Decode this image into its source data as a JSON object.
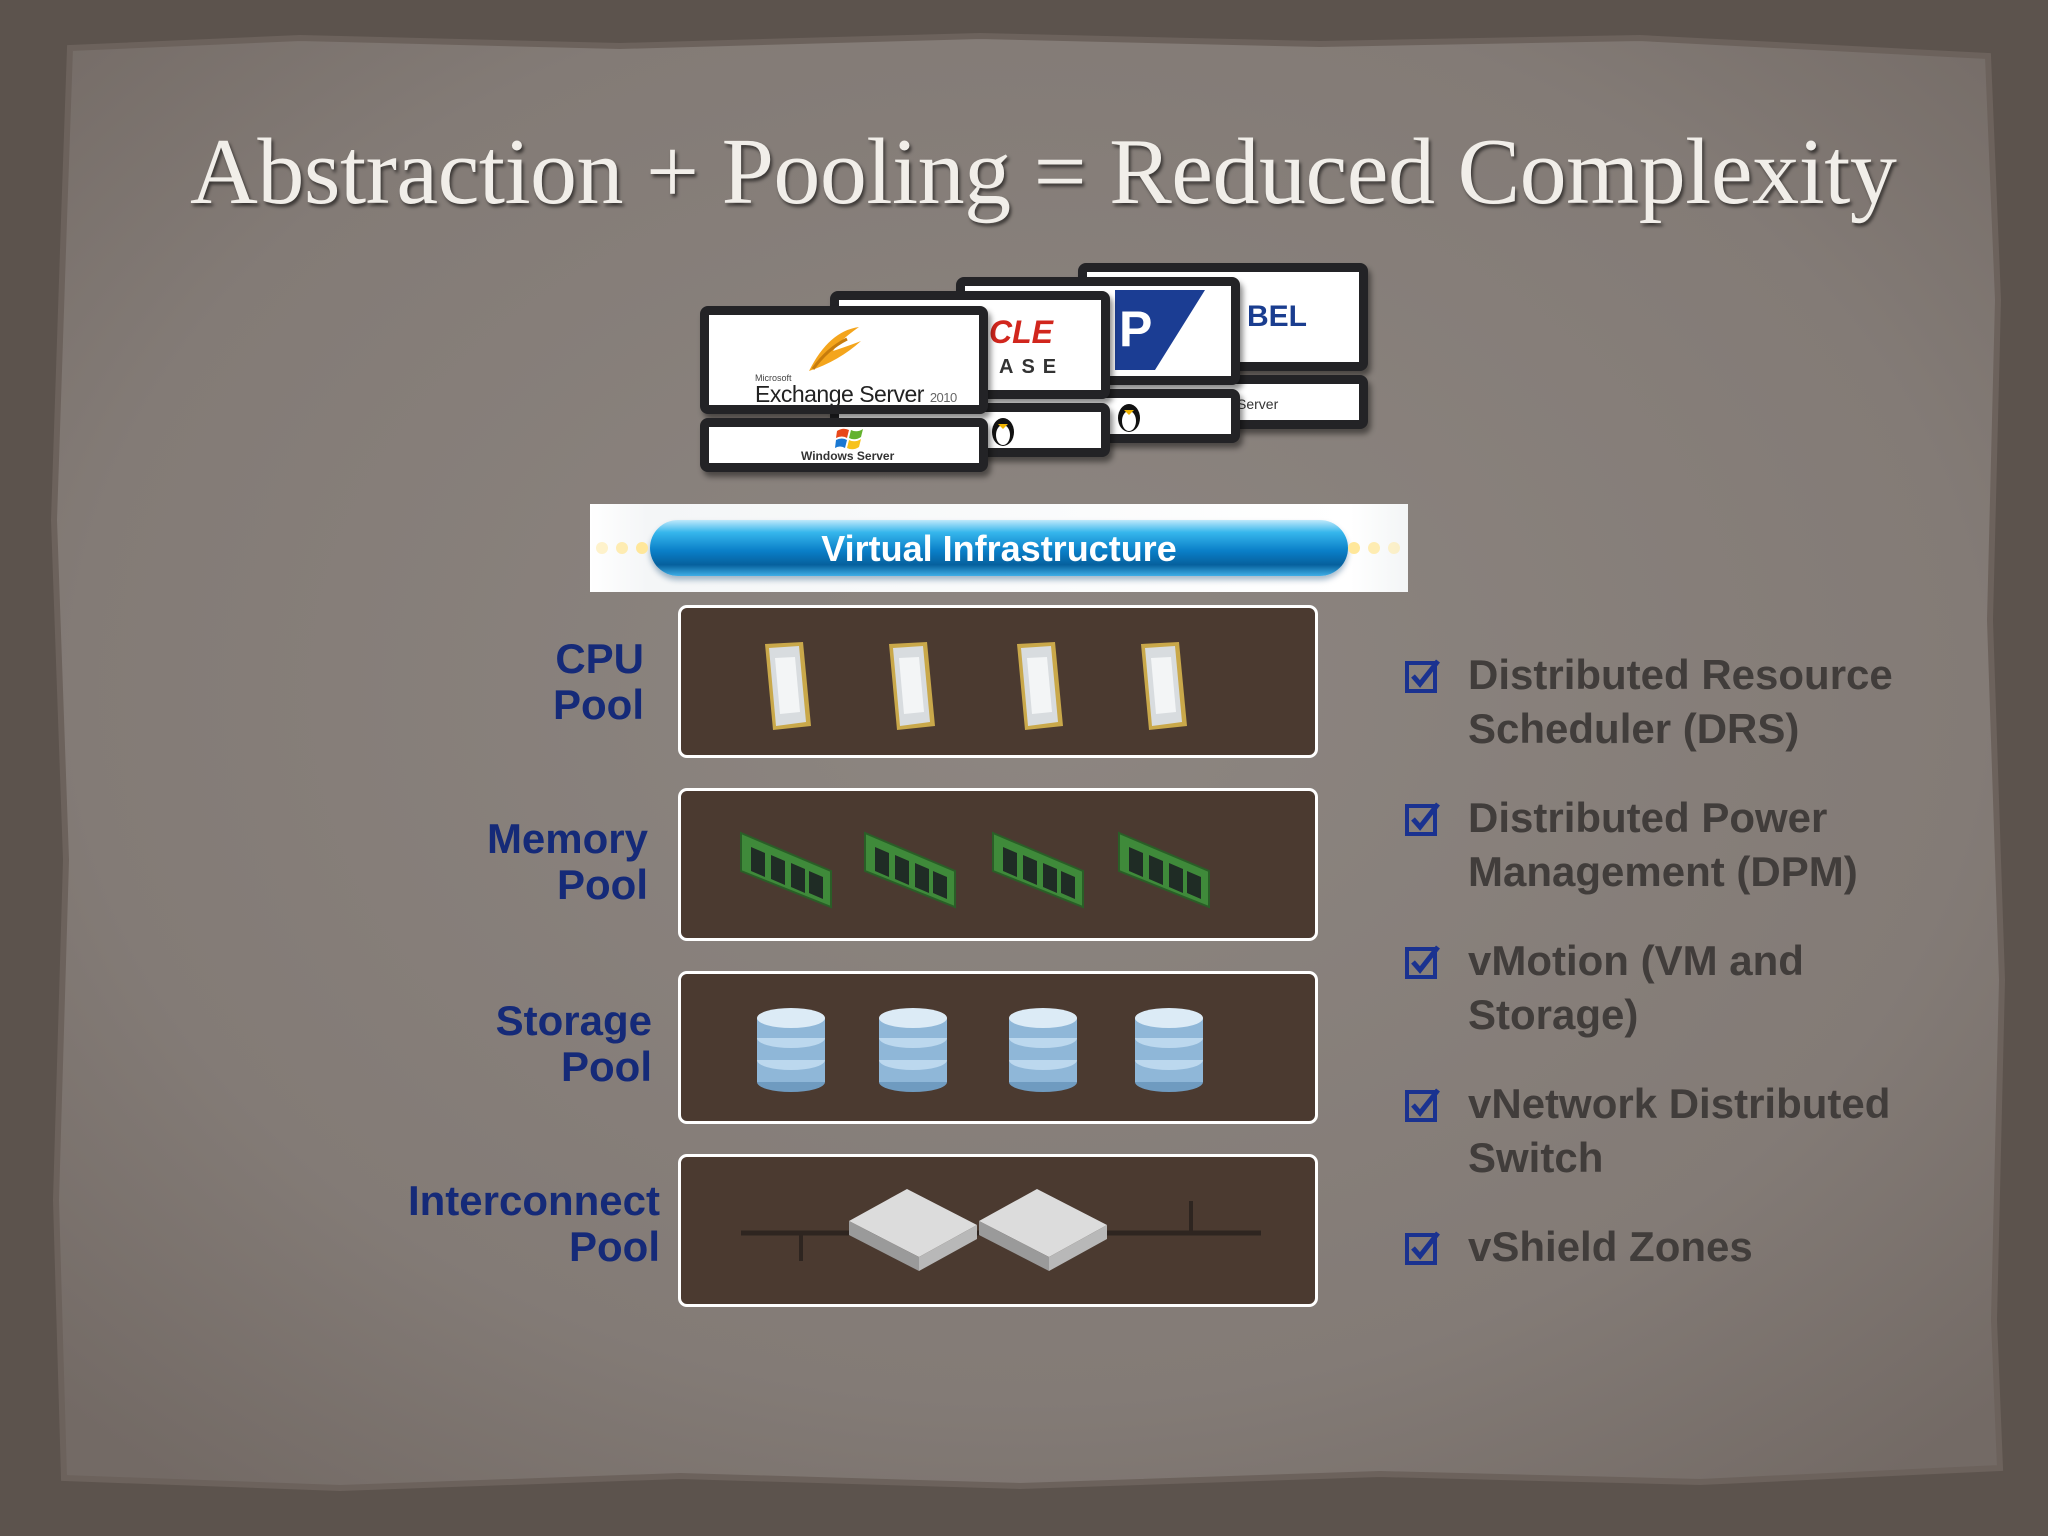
{
  "slide": {
    "title": "Abstraction + Pooling = Reduced Complexity",
    "colors": {
      "frame": "#877f7a",
      "pool_box": "#4b3a30",
      "pool_label": "#152a78",
      "feature_text": "#413d3b",
      "check": "#1a3290",
      "band": "#0a7fc8"
    }
  },
  "app_cards": [
    {
      "top_text": "",
      "bottom_text": "",
      "icon": "bel-logo-fragment",
      "bottom_icon": "server-label-fragment"
    },
    {
      "top_text": "",
      "bottom_text": "",
      "icon": "p-logo-fragment",
      "bottom_icon": "linux-tux-icon"
    },
    {
      "top_text": "CLE",
      "sub_text": "ASE",
      "icon": "oracle-logo-fragment",
      "bottom_icon": "linux-tux-icon"
    },
    {
      "top_text": "Exchange Server",
      "version": "2010",
      "maker": "Microsoft",
      "bottom_text": "Windows Server",
      "icon": "exchange-logo-icon",
      "bottom_icon": "windows-flag-icon"
    }
  ],
  "layer": {
    "label": "Virtual Infrastructure"
  },
  "pools": [
    {
      "label_line1": "CPU",
      "label_line2": "Pool",
      "icon": "cpu-chip-icon",
      "count": 4
    },
    {
      "label_line1": "Memory",
      "label_line2": "Pool",
      "icon": "memory-module-icon",
      "count": 4
    },
    {
      "label_line1": "Storage",
      "label_line2": "Pool",
      "icon": "database-icon",
      "count": 4
    },
    {
      "label_line1": "Interconnect",
      "label_line2": "Pool",
      "icon": "network-switch-icon",
      "count": 2
    }
  ],
  "features": [
    {
      "line1": "Distributed Resource",
      "line2": "Scheduler (DRS)",
      "icon": "checkbox-icon"
    },
    {
      "line1": "Distributed Power",
      "line2": "Management (DPM)",
      "icon": "checkbox-icon"
    },
    {
      "line1": "vMotion (VM and",
      "line2": "Storage)",
      "icon": "checkbox-icon"
    },
    {
      "line1": "vNetwork Distributed",
      "line2": "Switch",
      "icon": "checkbox-icon"
    },
    {
      "line1": "vShield Zones",
      "line2": "",
      "icon": "checkbox-icon"
    }
  ]
}
